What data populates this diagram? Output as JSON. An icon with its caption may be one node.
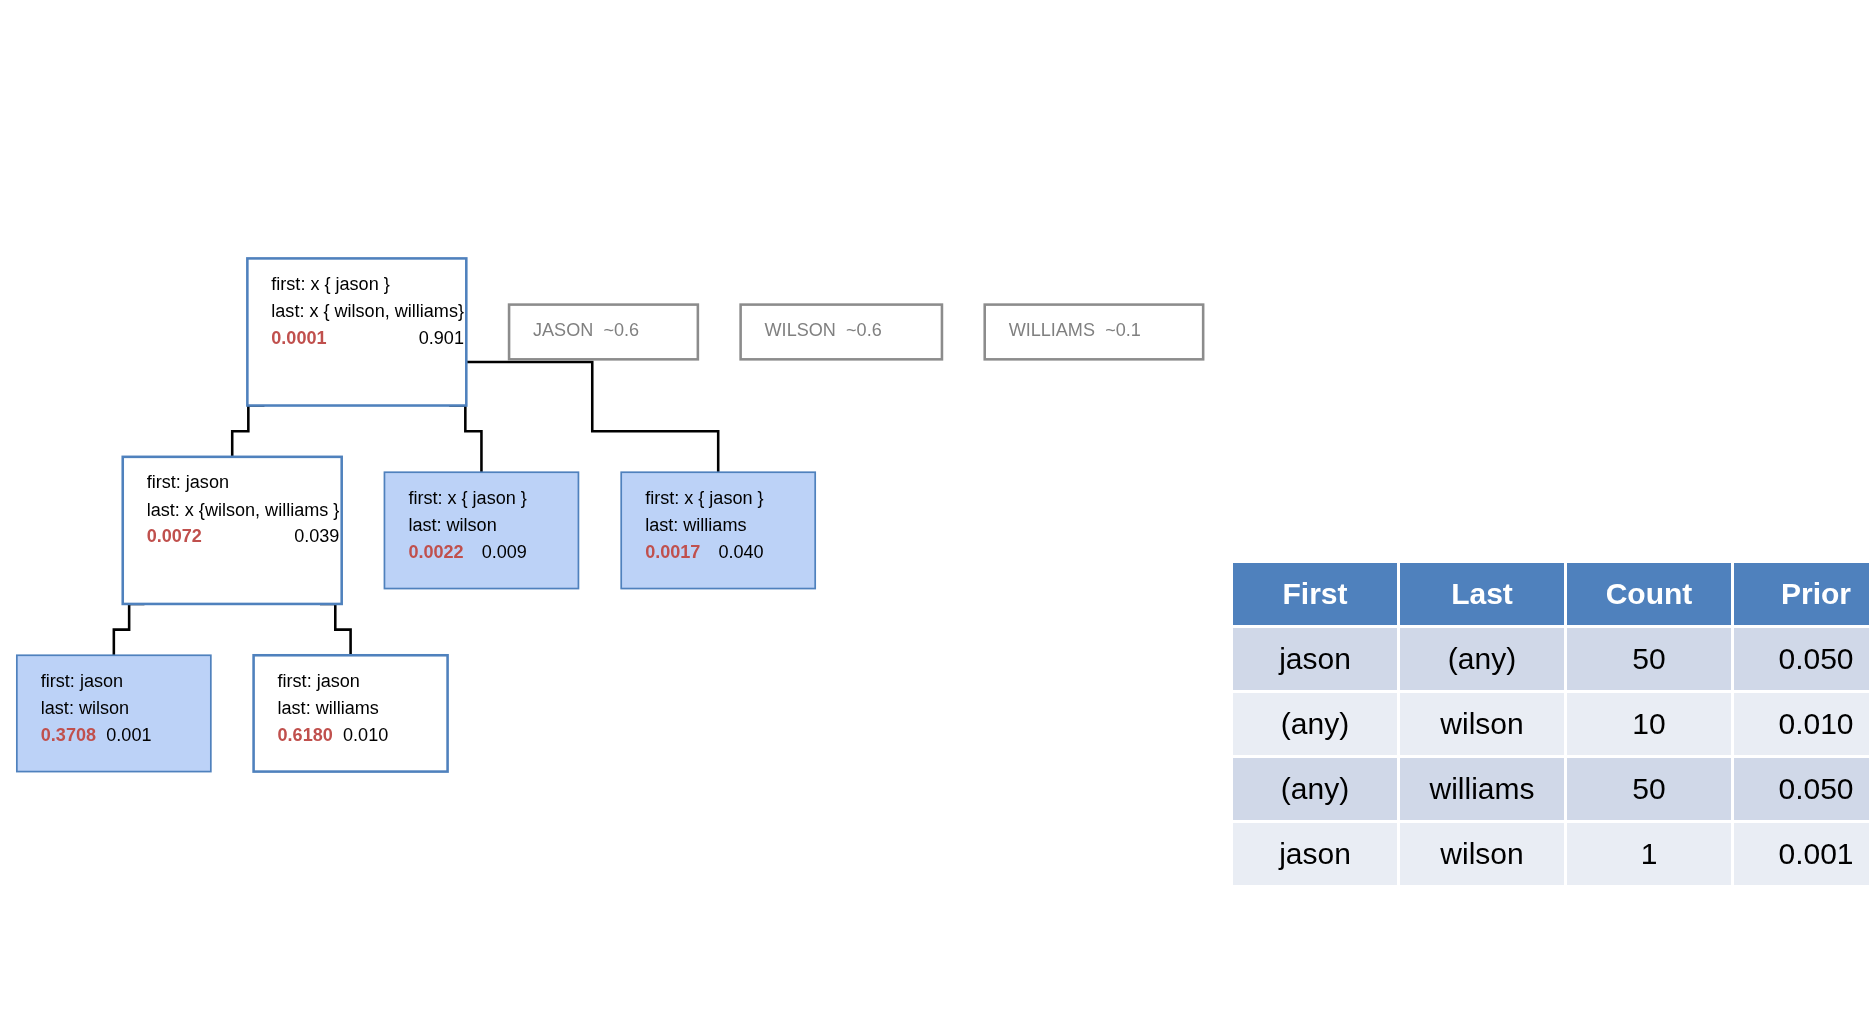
{
  "diagram": {
    "nodes": [
      {
        "text": [
          "first: x { jason }",
          "last: x { wilson, williams}",
          "0.0001",
          "0.901"
        ]
      },
      {
        "text": [
          "JASON",
          "~0.6"
        ]
      },
      {
        "text": [
          "WILSON",
          "~0.6"
        ]
      },
      {
        "text": [
          "WILLIAMS",
          "~0.1"
        ]
      },
      {
        "text": [
          "first: jason",
          "last: x {wilson, williams }",
          "0.0072",
          "0.039"
        ]
      },
      {
        "text": [
          "first: x { jason }",
          "last: wilson",
          "0.0022",
          "0.009"
        ]
      },
      {
        "text": [
          "first: x { jason }",
          "last: williams",
          "0.0017",
          "0.040"
        ]
      },
      {
        "text": [
          "first: jason",
          "last: wilson",
          "0.3708",
          "0.001"
        ]
      },
      {
        "text": [
          "first: jason",
          "last: williams",
          "0.6180",
          "0.010"
        ]
      }
    ],
    "edges": [
      {
        "from": 0,
        "to": 4,
        "arrow": "none"
      },
      {
        "from": 0,
        "to": 5,
        "arrow": "none"
      },
      {
        "from": 0,
        "to": 6,
        "arrow": "none"
      },
      {
        "from": 4,
        "to": 7,
        "arrow": "none"
      },
      {
        "from": 4,
        "to": 8,
        "arrow": "none"
      }
    ],
    "labels": [
      "First",
      "Last",
      "Count",
      "Prior",
      "jason",
      "(any)",
      "50",
      "0.050",
      "(any)",
      "wilson",
      "10",
      "0.010",
      "(any)",
      "williams",
      "50",
      "0.050",
      "jason",
      "wilson",
      "1",
      "0.001"
    ]
  }
}
